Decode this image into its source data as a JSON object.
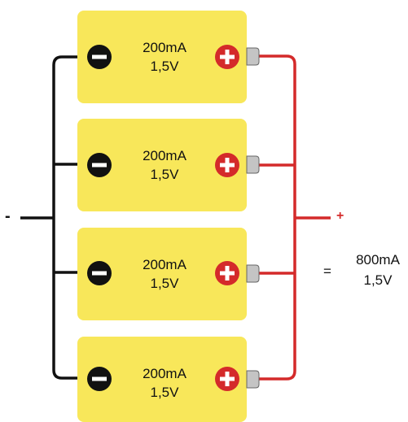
{
  "cells": [
    {
      "current": "200mA",
      "voltage": "1,5V"
    },
    {
      "current": "200mA",
      "voltage": "1,5V"
    },
    {
      "current": "200mA",
      "voltage": "1,5V"
    },
    {
      "current": "200mA",
      "voltage": "1,5V"
    }
  ],
  "terminals": {
    "negative": "-",
    "positive": "+"
  },
  "result": {
    "equals": "=",
    "current": "800mA",
    "voltage": "1,5V"
  },
  "colors": {
    "cell_body": "#f8e75a",
    "negative_wire": "#111111",
    "positive_wire": "#d42a2a",
    "terminal_cap": "#c4c4c4"
  }
}
